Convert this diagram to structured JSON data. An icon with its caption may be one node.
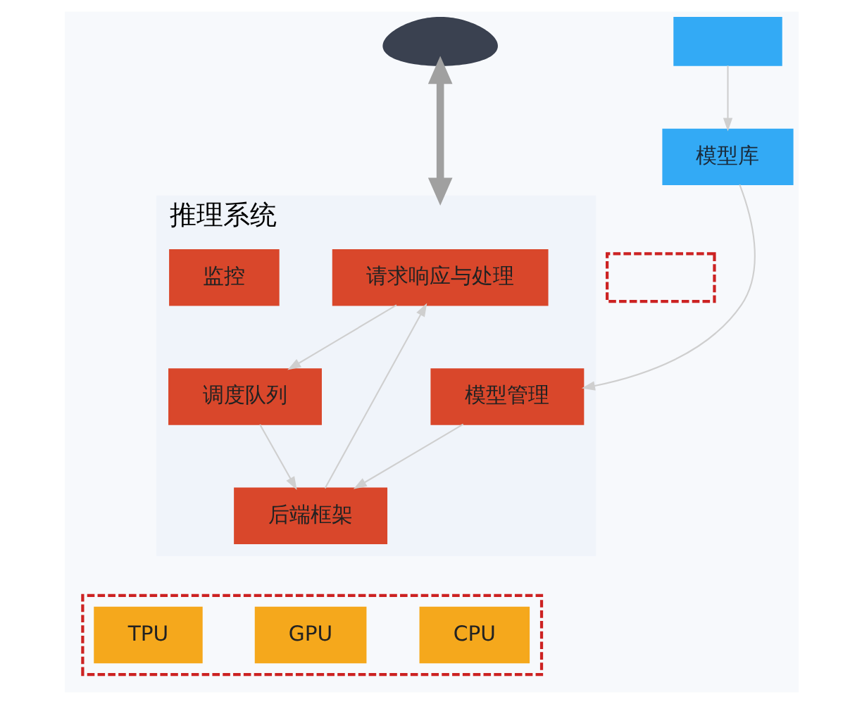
{
  "diagram": {
    "nodes": [
      {
        "text": [],
        "shape": "picture"
      },
      {
        "text": [],
        "shape": "box"
      },
      {
        "text": [
          "推理系统"
        ]
      },
      {
        "text": [
          "请求响应与处理"
        ],
        "in": 2
      },
      {
        "text": [
          "模型库"
        ]
      },
      {
        "text": [],
        "shape": "box"
      },
      {
        "text": [
          "模型管理"
        ],
        "in": 2
      },
      {
        "text": [
          "调度队列"
        ],
        "in": 2
      },
      {
        "text": [
          "后端框架"
        ],
        "in": 2
      },
      {
        "text": [
          "监控"
        ],
        "in": 2
      },
      {
        "text": [],
        "shape": "box"
      },
      {
        "text": [
          "GPU"
        ],
        "in": 10
      },
      {
        "text": [
          "CPU"
        ],
        "in": 10
      },
      {
        "text": [
          "TPU"
        ],
        "in": 10
      }
    ],
    "edges": [
      {
        "from": 0,
        "to": 2,
        "arrow": "both",
        "style": "thick",
        "color": "#a0a0a0"
      },
      {
        "from": 1,
        "to": 4,
        "arrow": "to"
      },
      {
        "from": 4,
        "to": 6,
        "arrow": "to"
      },
      {
        "from": 3,
        "to": 7,
        "arrow": "to"
      },
      {
        "from": 7,
        "to": 8,
        "arrow": "to"
      },
      {
        "from": 8,
        "to": 3,
        "arrow": "to"
      },
      {
        "from": 6,
        "to": 8,
        "arrow": "to"
      }
    ]
  }
}
